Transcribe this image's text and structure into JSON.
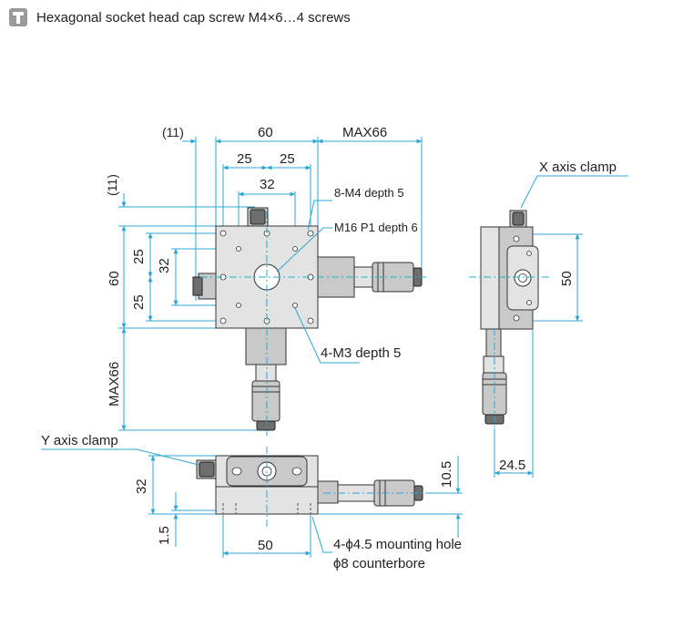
{
  "header": {
    "icon": "screw-icon",
    "text": "Hexagonal socket head cap screw M4×6…4 screws"
  },
  "dimensions": {
    "top_11": "(11)",
    "top_60": "60",
    "top_max66": "MAX66",
    "top_25a": "25",
    "top_25b": "25",
    "top_32": "32",
    "left_11": "(11)",
    "left_25a": "25",
    "left_32": "32",
    "left_60": "60",
    "left_25b": "25",
    "left_max66": "MAX66",
    "side_50": "50",
    "side_24_5": "24.5",
    "front_32": "32",
    "front_10_5": "10.5",
    "front_1_5": "1.5",
    "front_50": "50"
  },
  "callouts": {
    "m4": "8-M4 depth 5",
    "m16": "M16 P1 depth 6",
    "m3": "4-M3 depth 5",
    "x_clamp": "X axis clamp",
    "y_clamp": "Y axis clamp",
    "mount_line1": "4-ϕ4.5 mounting hole",
    "mount_line2": "ϕ8 counterbore"
  }
}
